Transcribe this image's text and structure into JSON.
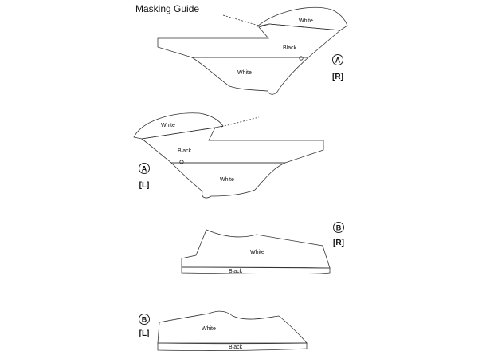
{
  "title": "Masking Guide",
  "colors": {
    "line": "#333333",
    "background": "#ffffff",
    "text": "#111111"
  },
  "parts": [
    {
      "marker": "A",
      "side": "[R]",
      "areas": [
        "White",
        "Black",
        "White"
      ]
    },
    {
      "marker": "A",
      "side": "[L]",
      "areas": [
        "White",
        "Black",
        "White"
      ]
    },
    {
      "marker": "B",
      "side": "[R]",
      "areas": [
        "White",
        "Black"
      ]
    },
    {
      "marker": "B",
      "side": "[L]",
      "areas": [
        "White",
        "Black"
      ]
    }
  ]
}
